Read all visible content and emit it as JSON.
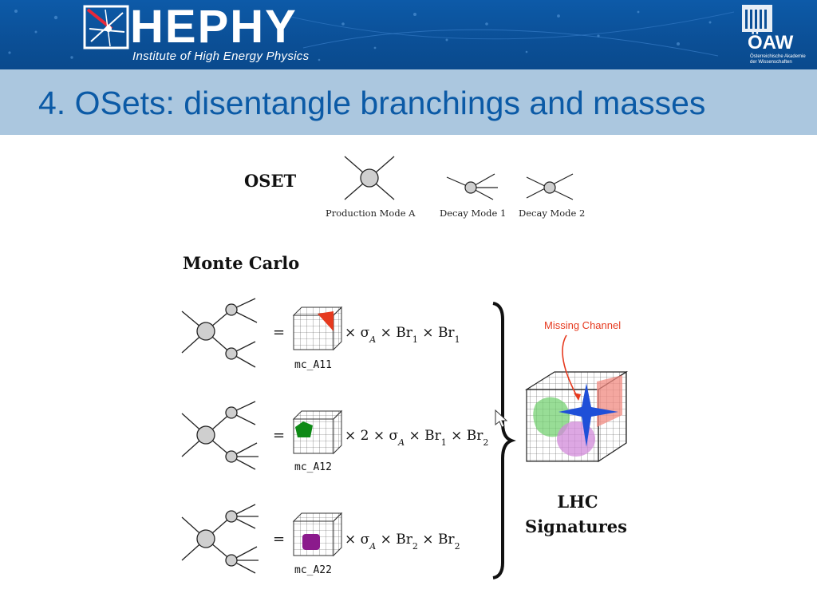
{
  "header": {
    "logo_text": "HEPHY",
    "logo_subtitle": "Institute of High Energy Physics",
    "academy_acronym": "ÖAW",
    "academy_name_line1": "Österreichische Akademie",
    "academy_name_line2": "der Wissenschaften",
    "colors": {
      "header_blue": "#0b4f96",
      "title_band": "#abc7df",
      "title_text": "#0b5aa6"
    }
  },
  "slide": {
    "title": "4. OSets: disentangle branchings and masses"
  },
  "figure": {
    "oset_label": "OSET",
    "production_mode_label": "Production Mode A",
    "decay_mode1_label": "Decay Mode 1",
    "decay_mode2_label": "Decay Mode 2",
    "monte_carlo_label": "Monte Carlo",
    "rows": [
      {
        "box_label": "mc_A11",
        "equals": "=",
        "formula": "× σ",
        "sub": "A",
        "rest": " × Br",
        "r1sub": "1",
        "tail": " × Br",
        "r2sub": "1",
        "blob_color": "#e63a1f"
      },
      {
        "box_label": "mc_A12",
        "equals": "=",
        "formula": "× 2 × σ",
        "sub": "A",
        "rest": " × Br",
        "r1sub": "1",
        "tail": " × Br",
        "r2sub": "2",
        "blob_color": "#0e8a16"
      },
      {
        "box_label": "mc_A22",
        "equals": "=",
        "formula": "× σ",
        "sub": "A",
        "rest": " × Br",
        "r1sub": "2",
        "tail": " × Br",
        "r2sub": "2",
        "blob_color": "#8b1a8c"
      }
    ],
    "missing_channel_label": "Missing Channel",
    "lhc_label_line1": "LHC",
    "lhc_label_line2": "Signatures",
    "missing_color": "#e63a1f",
    "star_color": "#1f4fd8"
  }
}
